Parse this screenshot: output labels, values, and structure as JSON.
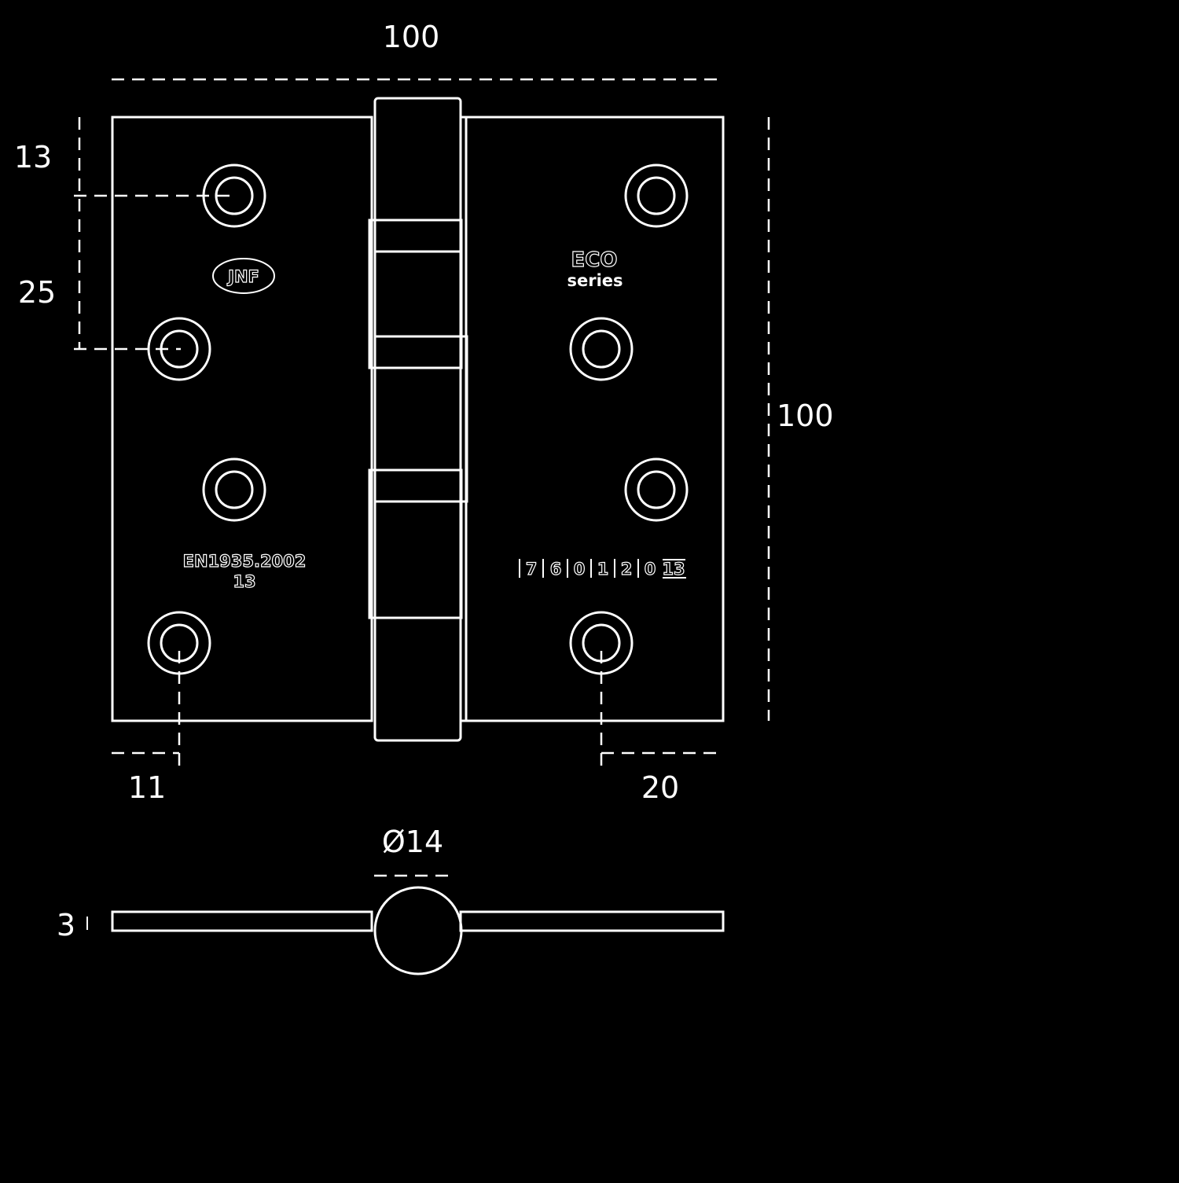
{
  "dimensions": {
    "top_width": "100",
    "right_height": "100",
    "hole_top_offset": "13",
    "hole_spacing": "25",
    "left_hole_offset": "11",
    "right_hole_offset": "20",
    "knuckle_diameter": "Ø14",
    "leaf_thickness": "3"
  },
  "left_leaf": {
    "logo_text": "JNF",
    "standard": "EN1935.2002",
    "standard_line2": "13"
  },
  "right_leaf": {
    "series_logo": "ECO",
    "series_label": "series",
    "grade_code": [
      "7",
      "6",
      "0",
      "1",
      "2",
      "0"
    ],
    "grade_suffix": "13"
  }
}
